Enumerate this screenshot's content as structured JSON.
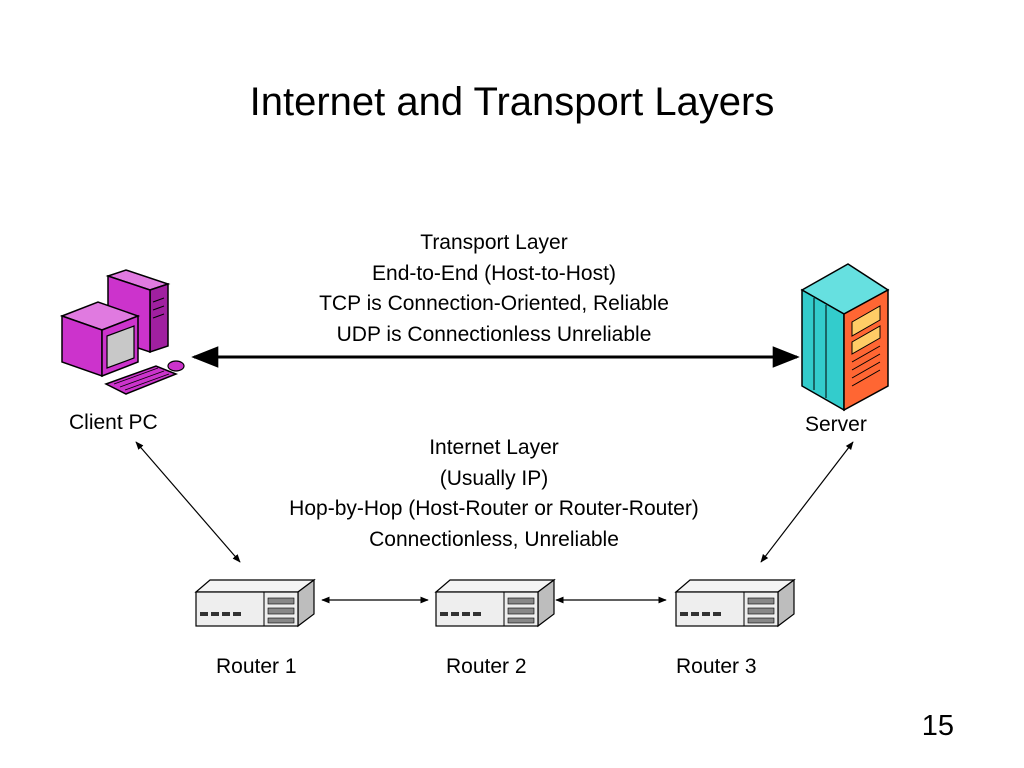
{
  "slide": {
    "title": "Internet and Transport Layers",
    "page_number": "15"
  },
  "transport": {
    "lines": [
      "Transport Layer",
      "End-to-End (Host-to-Host)",
      "TCP is Connection-Oriented, Reliable",
      "UDP is Connectionless Unreliable"
    ]
  },
  "internet": {
    "lines": [
      "Internet Layer",
      "(Usually IP)",
      "Hop-by-Hop (Host-Router or Router-Router)",
      "Connectionless, Unreliable"
    ]
  },
  "nodes": {
    "client": "Client PC",
    "server": "Server",
    "router1": "Router 1",
    "router2": "Router 2",
    "router3": "Router 3"
  },
  "colors": {
    "client_pc": "#cc33cc",
    "server_body": "#33cccc",
    "server_panel": "#ff6633",
    "router_body": "#eeeeee"
  }
}
